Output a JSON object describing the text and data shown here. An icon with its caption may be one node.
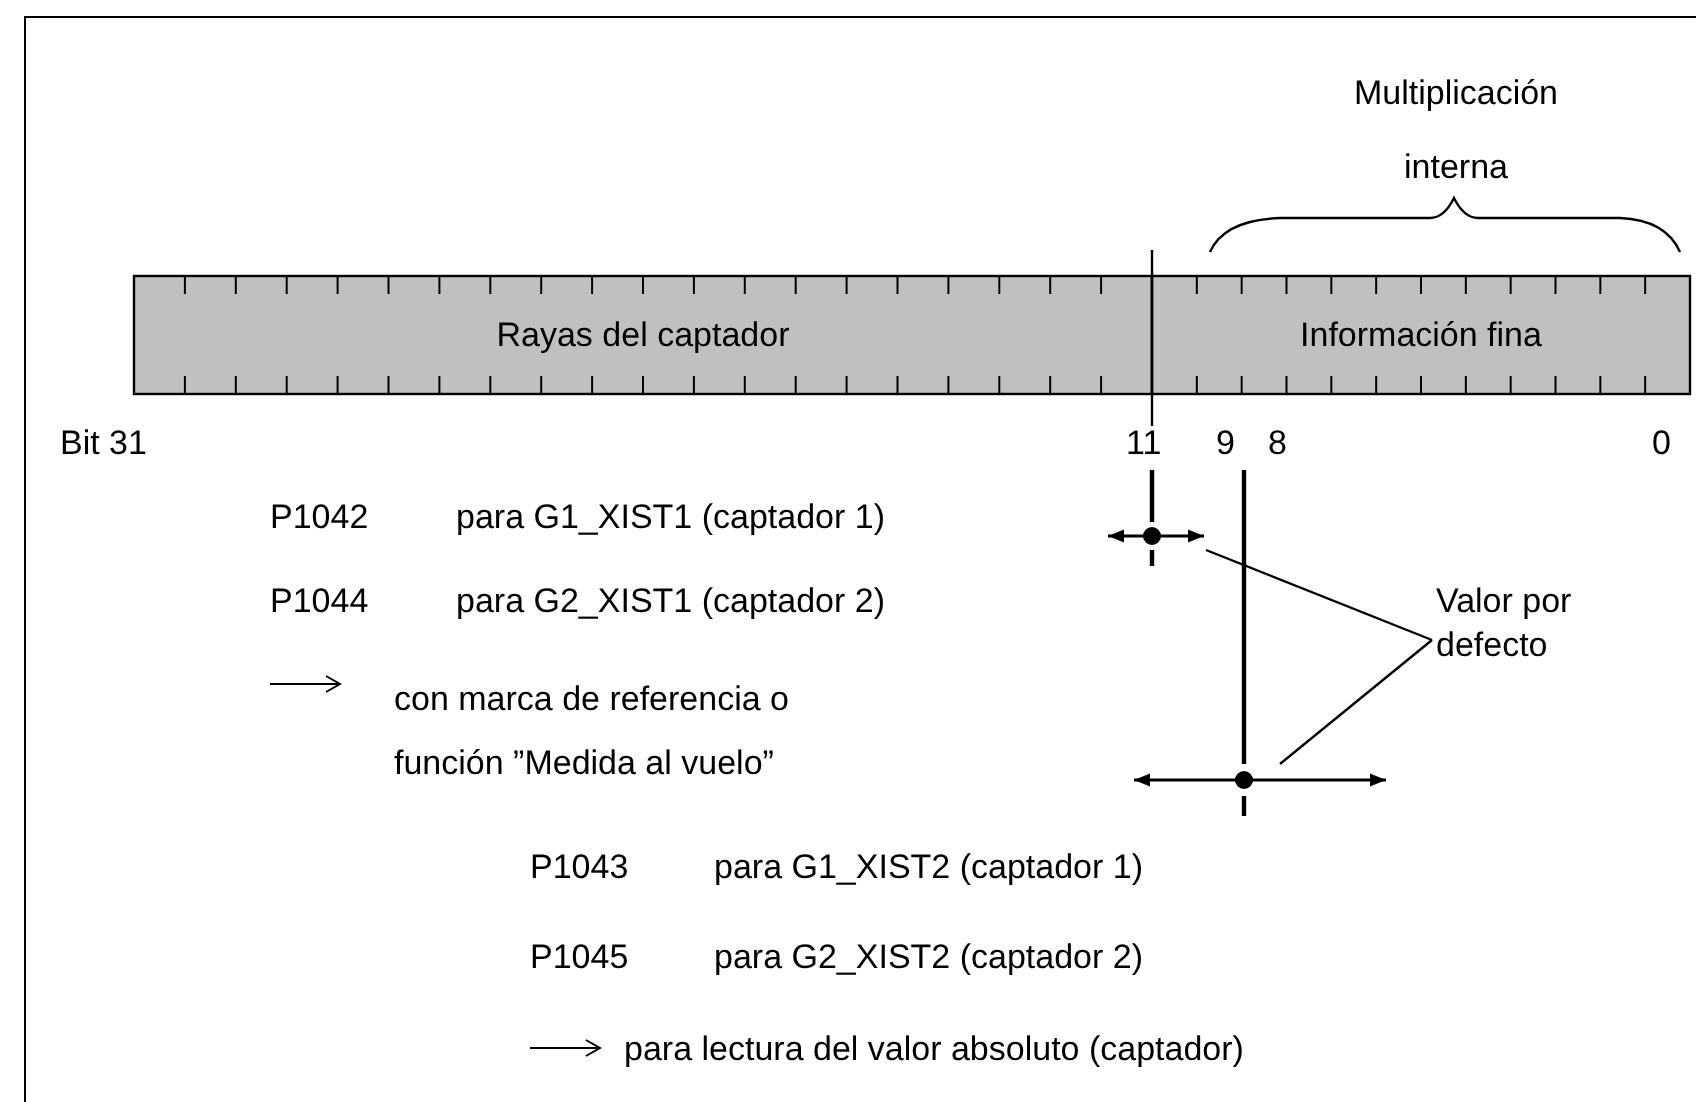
{
  "diagram": {
    "nodes": [
      {
        "text": [
          "Rayas del captador"
        ]
      },
      {
        "text": [
          "Información fina"
        ]
      },
      {
        "text": [
          "Valor por defecto"
        ]
      },
      {
        "text": [],
        "shape": "marker"
      },
      {
        "text": [],
        "shape": "marker"
      }
    ],
    "edges": [
      {
        "from": 2,
        "to": 3,
        "arrow": "none"
      },
      {
        "from": 2,
        "to": 4,
        "arrow": "none"
      }
    ],
    "labels": [
      "Multiplicación interna",
      "Bit 31",
      "11",
      "9",
      "8",
      "0",
      "P1042",
      "para G1_XIST1 (captador 1)",
      "P1044",
      "para G2_XIST1 (captador 2)",
      "con marca de referencia o función ”Medida al vuelo”",
      "P1043",
      "para G1_XIST2 (captador 1)",
      "P1045",
      "para G2_XIST2 (captador 2)",
      "para lectura del valor absoluto (captador)"
    ]
  }
}
